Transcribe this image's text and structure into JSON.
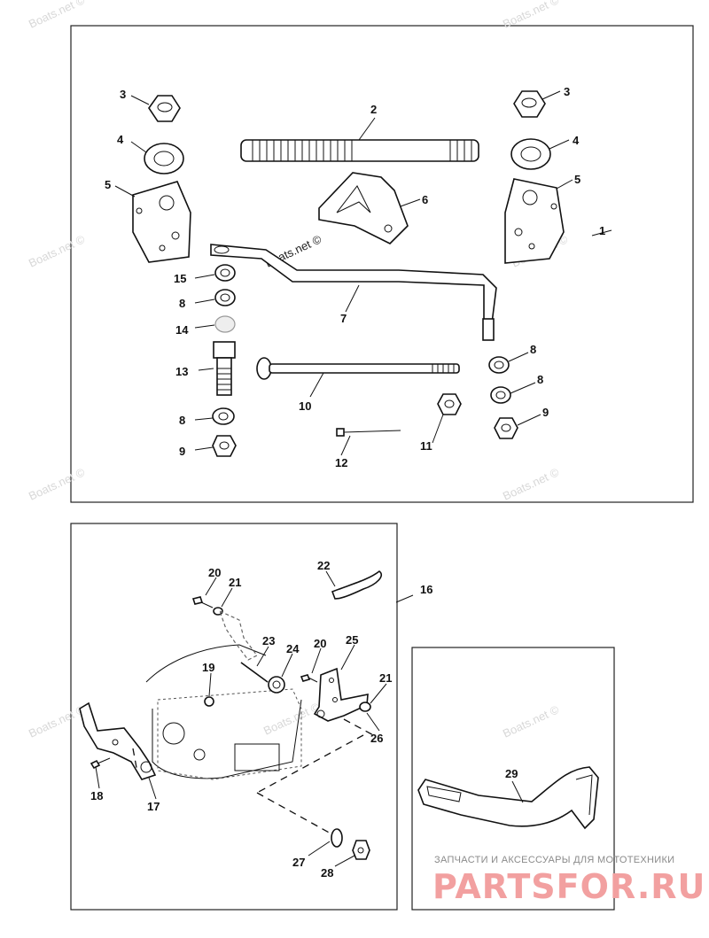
{
  "callouts_top": [
    "1",
    "2",
    "3",
    "3",
    "4",
    "4",
    "5",
    "5",
    "6",
    "7",
    "8",
    "8",
    "8",
    "8",
    "9",
    "9",
    "10",
    "11",
    "12",
    "13",
    "14",
    "15"
  ],
  "callouts_bottom": [
    "16",
    "17",
    "18",
    "19",
    "20",
    "20",
    "21",
    "21",
    "22",
    "23",
    "24",
    "25",
    "26",
    "27",
    "28",
    "29"
  ],
  "watermark": "Boats.net ©",
  "footer": {
    "tagline": "ЗАПЧАСТИ И АКСЕССУАРЫ ДЛЯ МОТОТЕХНИКИ",
    "brand": "PARTSFOR.RU"
  }
}
